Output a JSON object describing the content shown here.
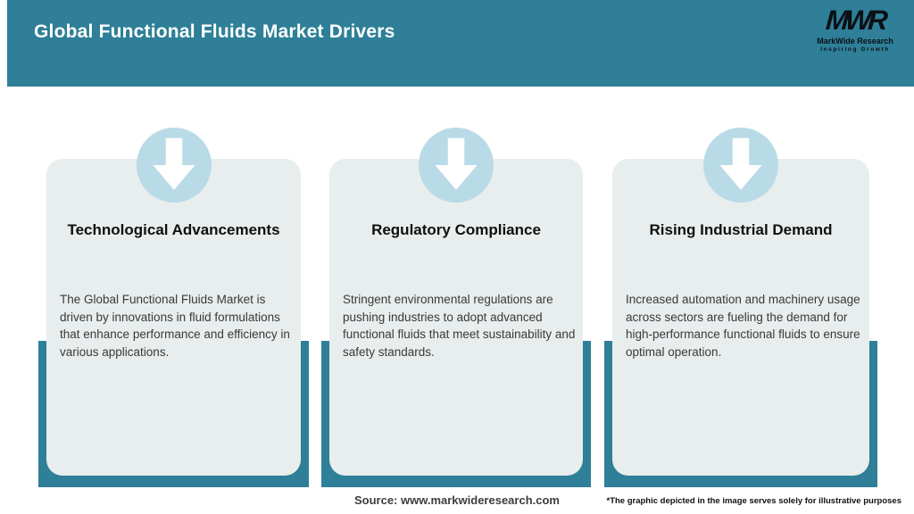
{
  "header": {
    "title": "Global Functional Fluids Market Drivers",
    "logo": {
      "monogram": "MWR",
      "name": "MarkWide Research",
      "tagline": "Inspiring Growth"
    }
  },
  "cards": [
    {
      "title": "Technological Advancements",
      "description": "The Global Functional Fluids Market is driven by innovations in fluid formulations that enhance performance and efficiency in various applications."
    },
    {
      "title": "Regulatory Compliance",
      "description": "Stringent environmental regulations are pushing industries to adopt advanced functional fluids that meet sustainability and safety standards."
    },
    {
      "title": "Rising Industrial Demand",
      "description": "Increased automation and machinery usage across sectors are fueling the demand for high-performance functional fluids to ensure optimal operation."
    }
  ],
  "footer": {
    "source": "Source: www.markwideresearch.com",
    "disclaimer": "*The graphic depicted in the image serves solely for illustrative purposes"
  },
  "icons": [
    "down-arrow-icon"
  ],
  "colors": {
    "header_teal": "#2E7F97",
    "card_background": "#E8EDED",
    "icon_circle_blue": "#B9DBE7",
    "arrow_white": "#FFFFFF",
    "title_white": "#FFFFFF",
    "heading_black": "#101010",
    "body_gray": "#3A3A3A"
  }
}
